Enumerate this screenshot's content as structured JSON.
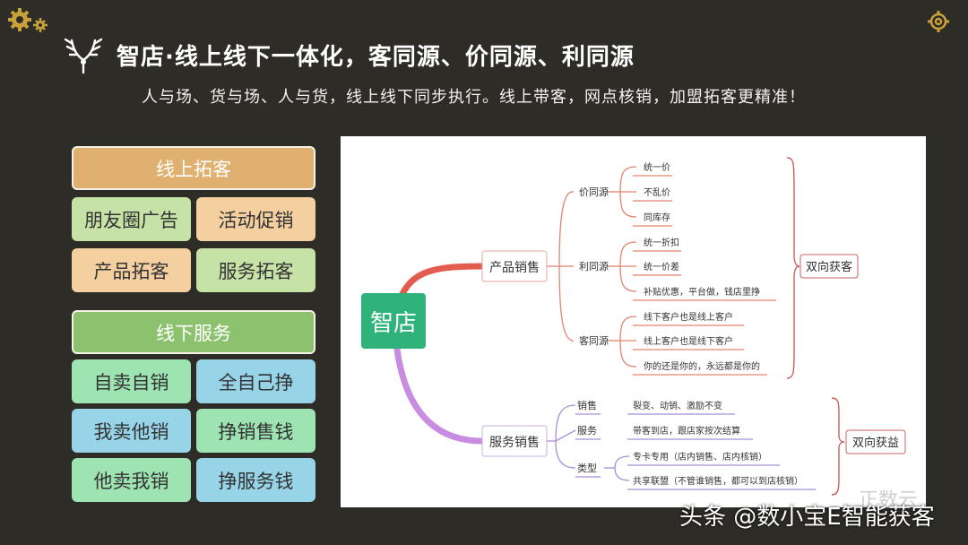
{
  "header": {
    "title": "智店·线上线下一体化，客同源、价同源、利同源",
    "subtitle": "人与场、货与场、人与货，线上线下同步执行。线上带客，网点核销，加盟拓客更精准！"
  },
  "colors": {
    "background": "#2e2c27",
    "accent_gold": "#c9a13b",
    "online_header": "#dfb06f",
    "offline_header": "#8cc26d",
    "root_node": "#2fb37a"
  },
  "online": {
    "header": "线上拓客",
    "items": [
      "朋友圈广告",
      "活动促销",
      "产品拓客",
      "服务拓客"
    ]
  },
  "offline": {
    "header": "线下服务",
    "items": [
      "自卖自销",
      "全自己挣",
      "我卖他销",
      "挣销售钱",
      "他卖我销",
      "挣服务钱"
    ]
  },
  "mindmap": {
    "root": "智店",
    "product": {
      "label": "产品销售",
      "groups": [
        {
          "label": "价同源",
          "leaves": [
            "统一价",
            "不乱价",
            "同库存"
          ]
        },
        {
          "label": "利同源",
          "leaves": [
            "统一折扣",
            "统一价差",
            "补贴优惠，平台做，钱店里挣"
          ]
        },
        {
          "label": "客同源",
          "leaves": [
            "线下客户也是线上客户",
            "线上客户也是线下客户",
            "你的还是你的，永远都是你的"
          ]
        }
      ],
      "summary": "双向获客"
    },
    "service": {
      "label": "服务销售",
      "groups": [
        {
          "label": "销售",
          "leaves": [
            "裂变、动销、激励不变"
          ]
        },
        {
          "label": "服务",
          "leaves": [
            "带客到店，跟店家按次结算"
          ]
        },
        {
          "label": "类型",
          "leaves": [
            "专卡专用（店内销售、店内核销）",
            "共享联盟（不管谁销售，都可以到店核销）"
          ]
        }
      ],
      "summary": "双向获益"
    }
  },
  "watermark": {
    "main": "头条 @数小宝E智能获客",
    "corner": "正数云"
  },
  "icons": {
    "gear": "gear-icon",
    "antler": "antler-logo-icon"
  }
}
